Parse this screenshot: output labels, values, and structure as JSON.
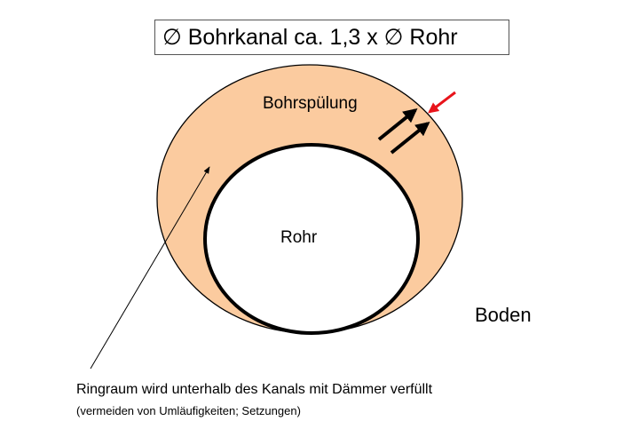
{
  "title": "∅ Bohrkanal ca. 1,3  x  ∅ Rohr",
  "labels": {
    "fluid": "Bohrspülung",
    "pipe": "Rohr",
    "soil": "Boden",
    "annotation_main": "Ringraum wird unterhalb des Kanals mit Dämmer verfüllt",
    "annotation_sub": "(vermeiden von Umläufigkeiten; Setzungen)"
  },
  "colors": {
    "fluid": "#FBCB9F",
    "accent_arrow": "#E8141B"
  }
}
